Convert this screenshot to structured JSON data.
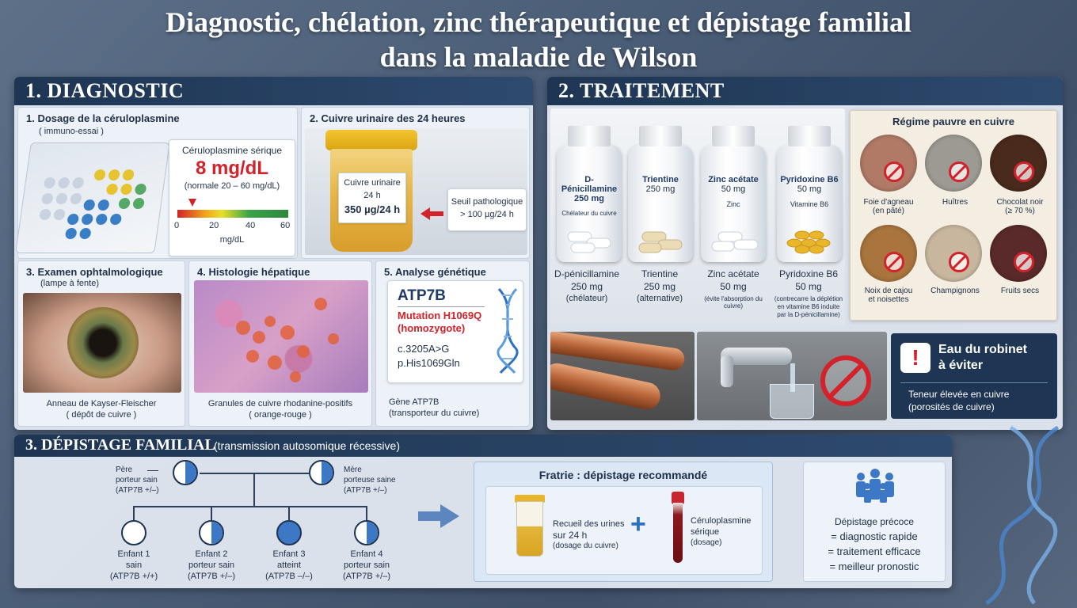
{
  "title": {
    "line1": "Diagnostic, chélation, zinc thérapeutique et dépistage familial",
    "line2": "dans la maladie de Wilson"
  },
  "diagnostic": {
    "heading": "1. DIAGNOSTIC",
    "ceruloplasmin": {
      "title": "1. Dosage de la céruloplasmine",
      "subtitle": "( immuno-essai )",
      "box_title": "Céruloplasmine sérique",
      "value": "8 mg/dL",
      "normal": "(normale 20 – 60 mg/dL)",
      "scale_ticks": [
        "0",
        "20",
        "40",
        "60"
      ],
      "unit": "mg/dL",
      "value_fraction": 0.133
    },
    "urine": {
      "title": "2. Cuivre urinaire des 24 heures",
      "jar_line1": "Cuivre urinaire",
      "jar_line2": "24 h",
      "jar_value": "350 µg/24 h",
      "threshold_line1": "Seuil pathologique",
      "threshold_line2": "> 100 µg/24 h"
    },
    "eye": {
      "title": "3. Examen ophtalmologique",
      "subtitle": "(lampe à fente)",
      "caption1": "Anneau de Kayser-Fleischer",
      "caption2": "( dépôt de cuivre )"
    },
    "histology": {
      "title": "4. Histologie hépatique",
      "caption1": "Granules de cuivre rhodanine-positifs",
      "caption2": "( orange-rouge )"
    },
    "genetic": {
      "title": "5. Analyse génétique",
      "gene": "ATP7B",
      "mutation1": "Mutation H1069Q",
      "mutation2": "(homozygote)",
      "cdna": "c.3205A>G",
      "protein": "p.His1069Gln",
      "caption1": "Gène ATP7B",
      "caption2": "(transporteur du cuivre)"
    }
  },
  "treatment": {
    "heading": "2. TRAITEMENT",
    "bottles": [
      {
        "name": "D-Pénicillamine",
        "dose": "250 mg",
        "note": "Chélateur du cuivre"
      },
      {
        "name": "Trientine",
        "dose": "250 mg",
        "note": ""
      },
      {
        "name": "Zinc acétate",
        "dose": "50 mg",
        "note": "Zinc"
      },
      {
        "name": "Pyridoxine B6",
        "dose": "50 mg",
        "note": "Vitamine B6"
      }
    ],
    "captions": [
      {
        "name": "D-pénicillamine",
        "dose": "250 mg",
        "role": "(chélateur)"
      },
      {
        "name": "Trientine",
        "dose": "250 mg",
        "role": "(alternative)"
      },
      {
        "name": "Zinc acétate",
        "dose": "50 mg",
        "role": "(évite l'absorption du cuivre)"
      },
      {
        "name": "Pyridoxine B6",
        "dose": "50 mg",
        "role": "(contrecarre la déplétion en vitamine B6 induite par la D-pénicillamine)"
      }
    ],
    "diet": {
      "title": "Régime pauvre en cuivre",
      "foods": [
        {
          "label1": "Foie d'agneau",
          "label2": "(en pâté)",
          "color": "#b07a66"
        },
        {
          "label1": "Huîtres",
          "label2": "",
          "color": "#9c9a92"
        },
        {
          "label1": "Chocolat noir",
          "label2": "(≥ 70 %)",
          "color": "#4a2a1c"
        },
        {
          "label1": "Noix de cajou",
          "label2": "et noisettes",
          "color": "#a9743d"
        },
        {
          "label1": "Champignons",
          "label2": "",
          "color": "#c8b79e"
        },
        {
          "label1": "Fruits secs",
          "label2": "",
          "color": "#5a2a2a"
        }
      ]
    },
    "water": {
      "title1": "Eau du robinet",
      "title2": "à éviter",
      "text1": "Teneur élevée en cuivre",
      "text2": "(porosités de cuivre)"
    }
  },
  "family": {
    "heading": "3. DÉPISTAGE FAMILIAL",
    "heading_note": "(transmission autosomique récessive)",
    "father": {
      "l1": "Père",
      "l2": "porteur sain",
      "l3": "(ATP7B +/–)"
    },
    "mother": {
      "l1": "Mère",
      "l2": "porteuse saine",
      "l3": "(ATP7B +/–)"
    },
    "children": [
      {
        "l1": "Enfant 1",
        "l2": "sain",
        "l3": "(ATP7B +/+)",
        "status": "healthy"
      },
      {
        "l1": "Enfant 2",
        "l2": "porteur sain",
        "l3": "(ATP7B +/–)",
        "status": "carrier"
      },
      {
        "l1": "Enfant 3",
        "l2": "atteint",
        "l3": "(ATP7B –/–)",
        "status": "affected"
      },
      {
        "l1": "Enfant 4",
        "l2": "porteur sain",
        "l3": "(ATP7B +/–)",
        "status": "carrier"
      }
    ],
    "siblings": {
      "title": "Fratrie : dépistage recommandé",
      "urine1": "Recueil des urines",
      "urine2": "sur 24 h",
      "urine3": "(dosage du cuivre)",
      "plus": "+",
      "blood1": "Céruloplasmine",
      "blood2": "sérique",
      "blood3": "(dosage)"
    },
    "early": {
      "l1": "Dépistage précoce",
      "l2": "= diagnostic rapide",
      "l3": "= traitement efficace",
      "l4": "= meilleur pronostic"
    }
  },
  "colors": {
    "navy": "#1e3553",
    "accent_blue": "#3d78c6",
    "alert_red": "#d3222a"
  }
}
